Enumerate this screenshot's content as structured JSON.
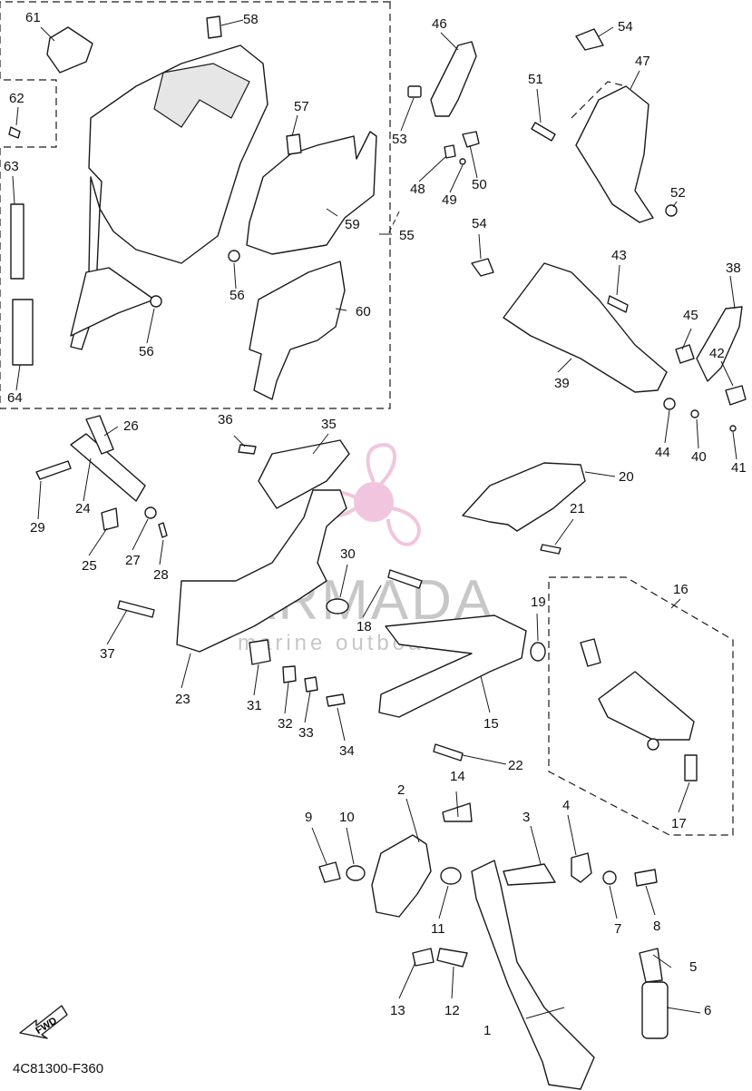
{
  "diagram_code": "4C81300-F360",
  "fwd_label": "FWD",
  "watermark": {
    "brand": "ARMADA",
    "tagline": "marine outboards",
    "logo_color": "#e8a0c8",
    "text_color": "#9a9a9a"
  },
  "callouts": [
    "1",
    "2",
    "3",
    "4",
    "5",
    "6",
    "7",
    "8",
    "9",
    "10",
    "11",
    "12",
    "13",
    "14",
    "15",
    "16",
    "17",
    "18",
    "19",
    "20",
    "21",
    "22",
    "23",
    "24",
    "25",
    "26",
    "27",
    "28",
    "29",
    "30",
    "31",
    "32",
    "33",
    "34",
    "35",
    "36",
    "37",
    "38",
    "39",
    "40",
    "41",
    "42",
    "43",
    "44",
    "45",
    "46",
    "47",
    "48",
    "49",
    "50",
    "51",
    "52",
    "53",
    "54",
    "54",
    "55",
    "56",
    "56",
    "57",
    "58",
    "59",
    "60",
    "61",
    "62",
    "63",
    "64"
  ]
}
